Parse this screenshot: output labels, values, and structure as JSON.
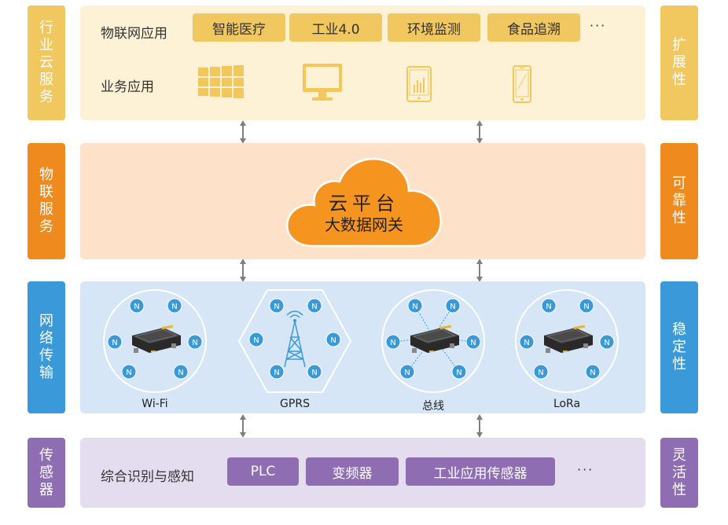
{
  "left_labels": [
    "行业云服务",
    "物联服务",
    "网络传输",
    "传感器"
  ],
  "right_labels": [
    "扩展性",
    "可靠性",
    "稳定性",
    "灵活性"
  ],
  "industry": {
    "row1_label": "物联网应用",
    "tags": [
      "智能医疗",
      "工业4.0",
      "环境监测",
      "食品追溯"
    ],
    "more": "···",
    "row2_label": "业务应用",
    "icons": [
      "windows-icon",
      "monitor-icon",
      "tablet-icon",
      "phone-icon"
    ]
  },
  "cloud": {
    "line1": "云平台",
    "line2": "大数据网关"
  },
  "network": {
    "node_letter": "N",
    "items": [
      {
        "label": "Wi-Fi",
        "shape": "circle"
      },
      {
        "label": "GPRS",
        "shape": "hexagon"
      },
      {
        "label": "总线",
        "shape": "circle"
      },
      {
        "label": "LoRa",
        "shape": "circle"
      }
    ]
  },
  "sensor": {
    "label": "综合识别与感知",
    "tags": [
      "PLC",
      "变频器",
      "工业应用传感器"
    ],
    "more": "···"
  },
  "colors": {
    "yellow": "#f1c75f",
    "orange": "#ef8a1e",
    "blue": "#3a9ad9",
    "purple": "#8e6db3",
    "panel_yellow": "#fdf1d6",
    "panel_orange": "#fde2c9",
    "panel_blue": "#d6e6f6",
    "panel_purple": "#e4ddf0"
  }
}
